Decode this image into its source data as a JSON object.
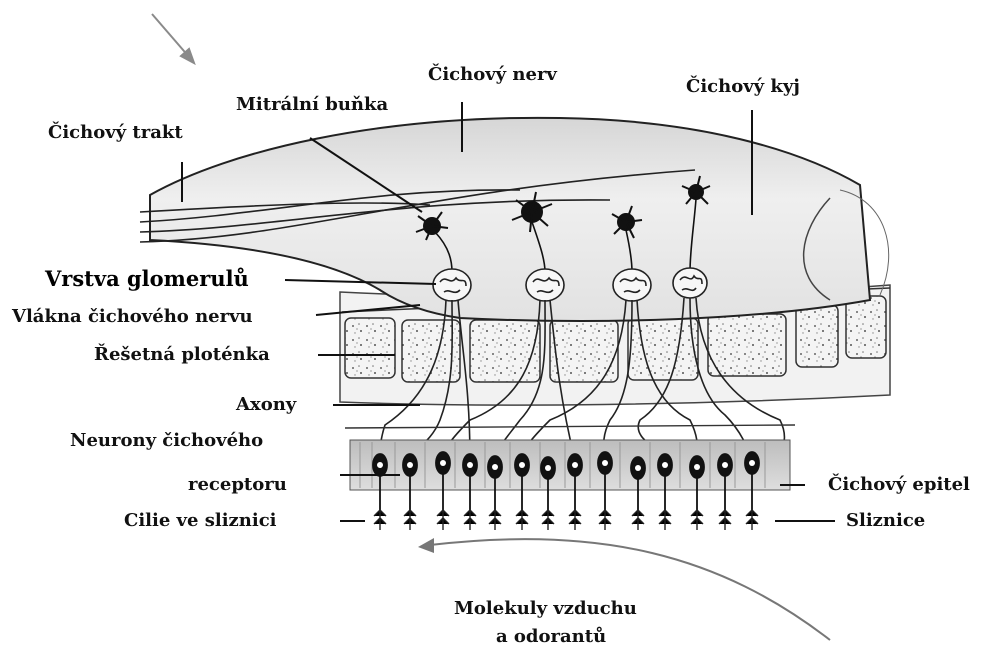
{
  "diagram": {
    "labels": {
      "cichovy_nerv": "Čichový nerv",
      "cichovy_kyj": "Čichový kyj",
      "mitralni_bunka": "Mitrální buňka",
      "cichovy_trakt": "Čichový trakt",
      "vrstva_glomerulu": "Vrstva glomerulů",
      "vlakna_nervu": "Vlákna čichového nervu",
      "resetna_plotenka": "Řešetná ploténka",
      "axony": "Axony",
      "neurony_line1": "Neurony čichového",
      "neurony_line2": "receptoru",
      "cilie": "Cilie ve sliznici",
      "cichovy_epitel": "Čichový epitel",
      "sliznice": "Sliznice",
      "molekuly_line1": "Molekuly vzduchu",
      "molekuly_line2": "a odorantů"
    },
    "colors": {
      "ink": "#111111",
      "bulb_fill": "#e6e6e6",
      "plate_fill": "#dcdcdc",
      "bone_fill": "#f0f0f0",
      "epithelium_fill": "#cfcfcf",
      "arrow_gray": "#888888"
    }
  }
}
